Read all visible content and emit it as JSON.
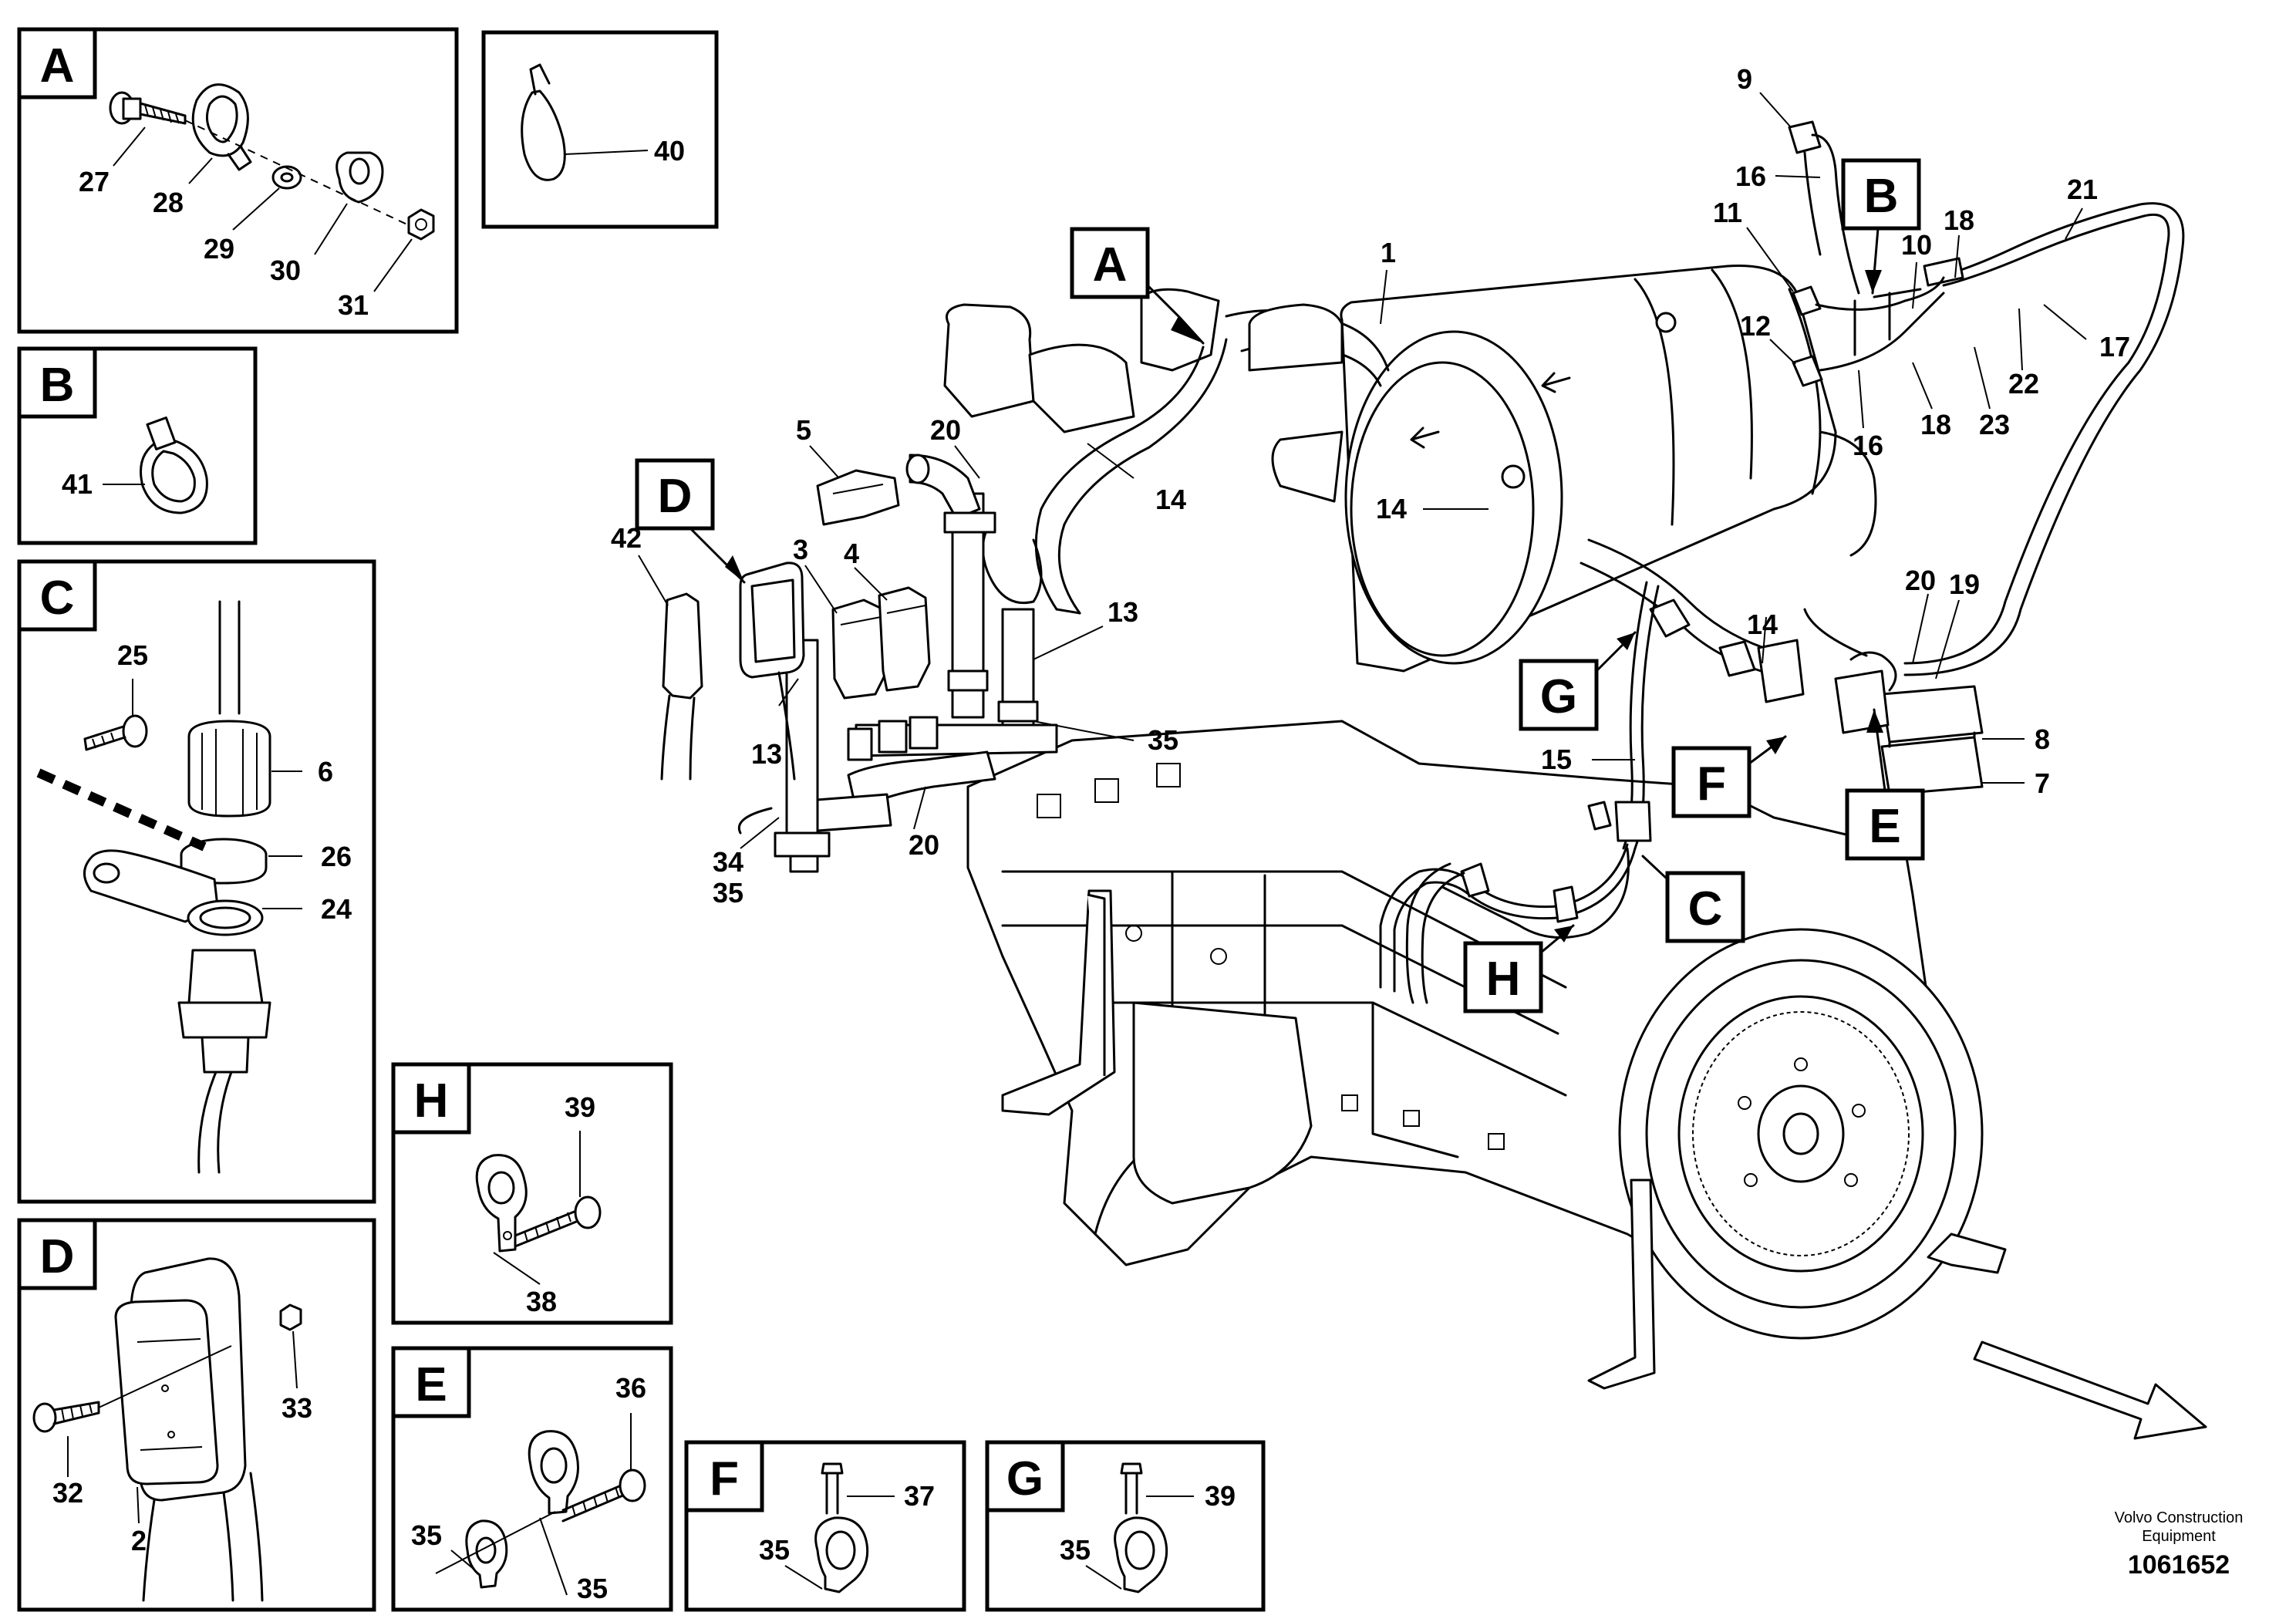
{
  "detail_views": [
    {
      "id": "A",
      "parts": [
        "27",
        "28",
        "29",
        "30",
        "31"
      ]
    },
    {
      "id": "B",
      "parts": [
        "41"
      ]
    },
    {
      "id": "C",
      "parts": [
        "25",
        "6",
        "26",
        "24"
      ]
    },
    {
      "id": "D",
      "parts": [
        "32",
        "2",
        "33"
      ]
    },
    {
      "id": "H",
      "parts": [
        "39",
        "38"
      ]
    },
    {
      "id": "E",
      "parts": [
        "36",
        "35",
        "35"
      ]
    },
    {
      "id": "F",
      "parts": [
        "37",
        "35"
      ]
    },
    {
      "id": "G",
      "parts": [
        "39",
        "35"
      ]
    }
  ],
  "extra_detail": {
    "parts": [
      "40"
    ]
  },
  "main_view": {
    "callouts": [
      "A",
      "B",
      "C",
      "D",
      "E",
      "F",
      "G",
      "H"
    ],
    "parts": [
      "1",
      "3",
      "4",
      "5",
      "7",
      "8",
      "9",
      "10",
      "11",
      "12",
      "13",
      "13",
      "14",
      "14",
      "14",
      "15",
      "16",
      "16",
      "17",
      "18",
      "18",
      "19",
      "20",
      "20",
      "20",
      "21",
      "22",
      "23",
      "34",
      "35",
      "35",
      "42"
    ]
  },
  "footer": {
    "company_line1": "Volvo Construction",
    "company_line2": "Equipment",
    "illustration_number": "1061652"
  }
}
